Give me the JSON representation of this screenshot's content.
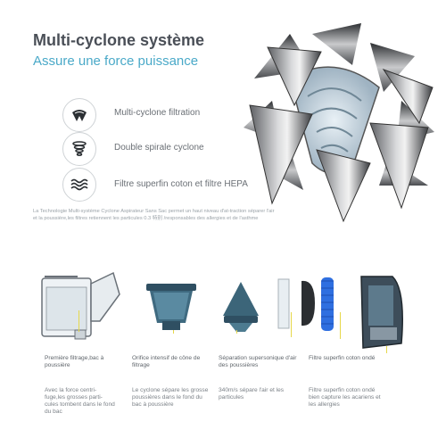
{
  "header": {
    "title": "Multi-cyclone système",
    "subtitle": "Assure une force puissance"
  },
  "features": [
    {
      "icon": "cyclone-cone-icon",
      "label": "Multi-cyclone filtration"
    },
    {
      "icon": "spiral-icon",
      "label": "Double spirale cyclone"
    },
    {
      "icon": "waves-icon",
      "label": "Filtre superfin coton et filtre HEPA"
    }
  ],
  "description": "La Technologie Multi-système Cyclone Aspirateur Sans Sac permet un haut niveau d'at-traction séparer l'air et la poussière,les filtres retiennent les particules 0.3 特別 /responsables des allergies et de l'asthme",
  "components": [
    {
      "name": "dust-bin",
      "caption": "Première filtrage,bac à poussière",
      "detail": "Avec la force centri-fuge,les grosses parti-cules tombent dans le fond du bac"
    },
    {
      "name": "cone-filter",
      "caption": "Orifice intensif de cône de filtrage",
      "detail": "Le cyclone sépare les grosse poussières dans le fond du bac à poussière"
    },
    {
      "name": "cyclone-separator",
      "caption": "Séparation supersonique d'air des poussières",
      "detail": "340m/s sépare l'air et les particules"
    },
    {
      "name": "cotton-filter",
      "caption": "Filtre superfin coton ondé",
      "detail": "Filtre superfin  coton ondé bien capture les acariens et les allergies"
    }
  ],
  "colors": {
    "accent": "#4aa9c8",
    "title": "#4a4f57",
    "leader": "#e6d84a",
    "filter_blue": "#2f6fe0"
  }
}
